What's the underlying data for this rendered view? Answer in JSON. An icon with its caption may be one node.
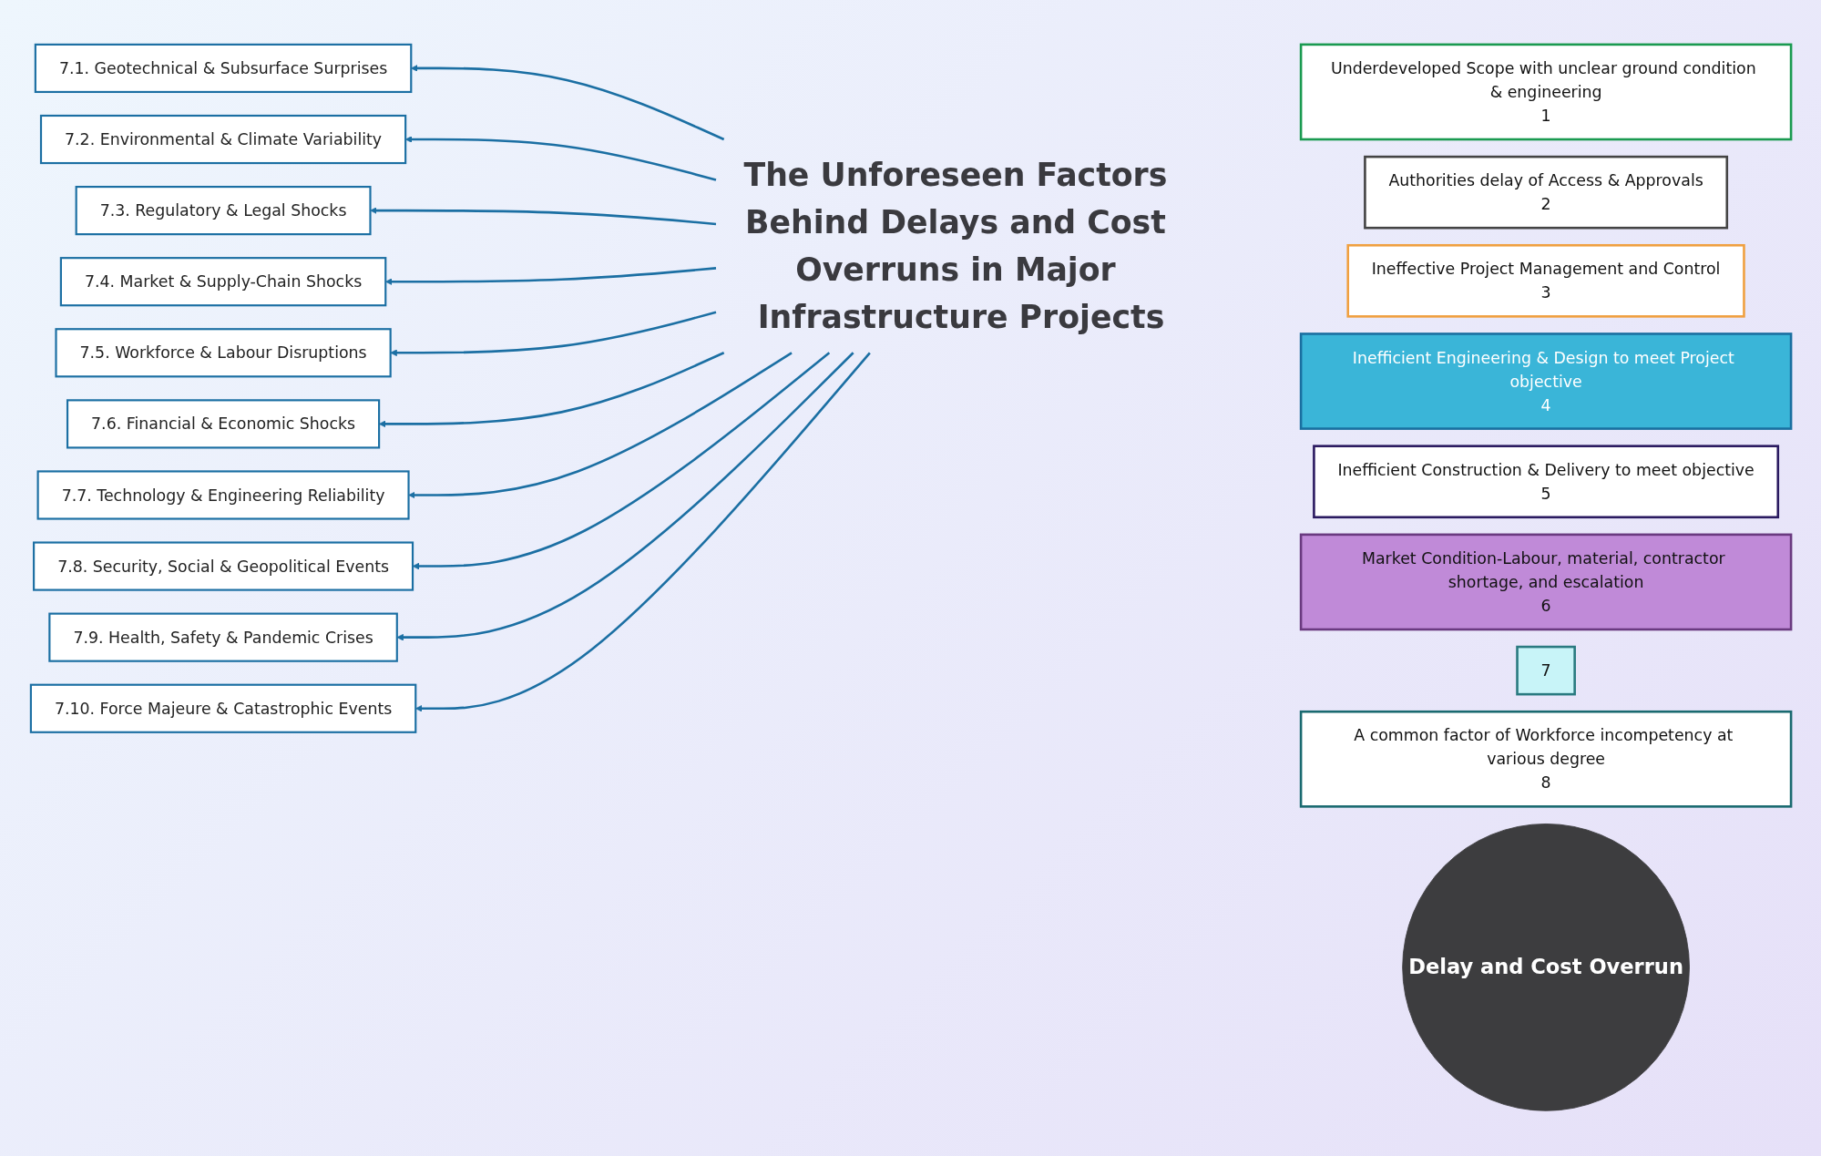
{
  "diagram": {
    "nodes": [
      {
        "text": [
          "The Unforeseen Factors Behind Delays and Cost Overruns in Major Infrastructure Projects"
        ]
      },
      {
        "text": [
          "7.1. Geotechnical & Subsurface Surprises"
        ]
      },
      {
        "text": [
          "7.2. Environmental & Climate Variability"
        ]
      },
      {
        "text": [
          "7.3. Regulatory & Legal Shocks"
        ]
      },
      {
        "text": [
          "7.4. Market & Supply-Chain Shocks"
        ]
      },
      {
        "text": [
          "7.5. Workforce & Labour Disruptions"
        ]
      },
      {
        "text": [
          "7.6. Financial & Economic Shocks"
        ]
      },
      {
        "text": [
          "7.7. Technology & Engineering Reliability"
        ]
      },
      {
        "text": [
          "7.8. Security, Social & Geopolitical Events"
        ]
      },
      {
        "text": [
          "7.9. Health, Safety & Pandemic Crises"
        ]
      },
      {
        "text": [
          "7.10. Force Majeure & Catastrophic Events"
        ]
      },
      {
        "text": [
          "Underdeveloped Scope with unclear ground condition & engineering",
          "1"
        ]
      },
      {
        "text": [
          "Authorities delay of Access & Approvals",
          "2"
        ]
      },
      {
        "text": [
          "Ineffective Project Management and Control",
          "3"
        ]
      },
      {
        "text": [
          "Inefficient Engineering & Design to meet Project objective",
          "4"
        ]
      },
      {
        "text": [
          "Inefficient Construction & Delivery to meet objective",
          "5"
        ]
      },
      {
        "text": [
          "Market Condition-Labour, material, contractor shortage, and escalation",
          "6"
        ]
      },
      {
        "text": [
          "7"
        ]
      },
      {
        "text": [
          "A common factor of Workforce incompetency at various degree",
          "8"
        ]
      },
      {
        "text": [
          "Delay and Cost Overrun"
        ]
      }
    ],
    "edges": [
      {
        "from": 0,
        "to": 1,
        "arrow": "to"
      },
      {
        "from": 0,
        "to": 2,
        "arrow": "to"
      },
      {
        "from": 0,
        "to": 3,
        "arrow": "to"
      },
      {
        "from": 0,
        "to": 4,
        "arrow": "to"
      },
      {
        "from": 0,
        "to": 5,
        "arrow": "to"
      },
      {
        "from": 0,
        "to": 6,
        "arrow": "to"
      },
      {
        "from": 0,
        "to": 7,
        "arrow": "to"
      },
      {
        "from": 0,
        "to": 8,
        "arrow": "to"
      },
      {
        "from": 0,
        "to": 9,
        "arrow": "to"
      },
      {
        "from": 0,
        "to": 10,
        "arrow": "to"
      }
    ]
  }
}
